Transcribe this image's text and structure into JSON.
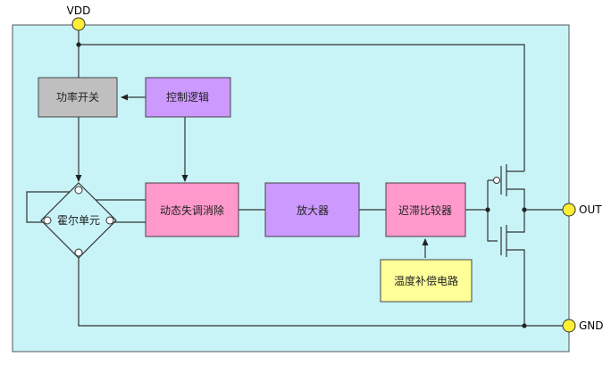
{
  "pins": {
    "vdd": "VDD",
    "out": "OUT",
    "gnd": "GND"
  },
  "blocks": {
    "power_switch": "功率开关",
    "control_logic": "控制逻辑",
    "hall_element": "霍尔单元",
    "offset_cancel": "动态失调消除",
    "amplifier": "放大器",
    "hysteresis_comparator": "迟滞比较器",
    "temp_compensation": "温度补偿电路"
  },
  "colors": {
    "chip_background": "#c8f4f8",
    "power_switch": "#bfbfbf",
    "logic_purple": "#cc99ff",
    "pink": "#ff99cc",
    "temp_yellow": "#ffff99",
    "pin_yellow": "#ffee33"
  }
}
